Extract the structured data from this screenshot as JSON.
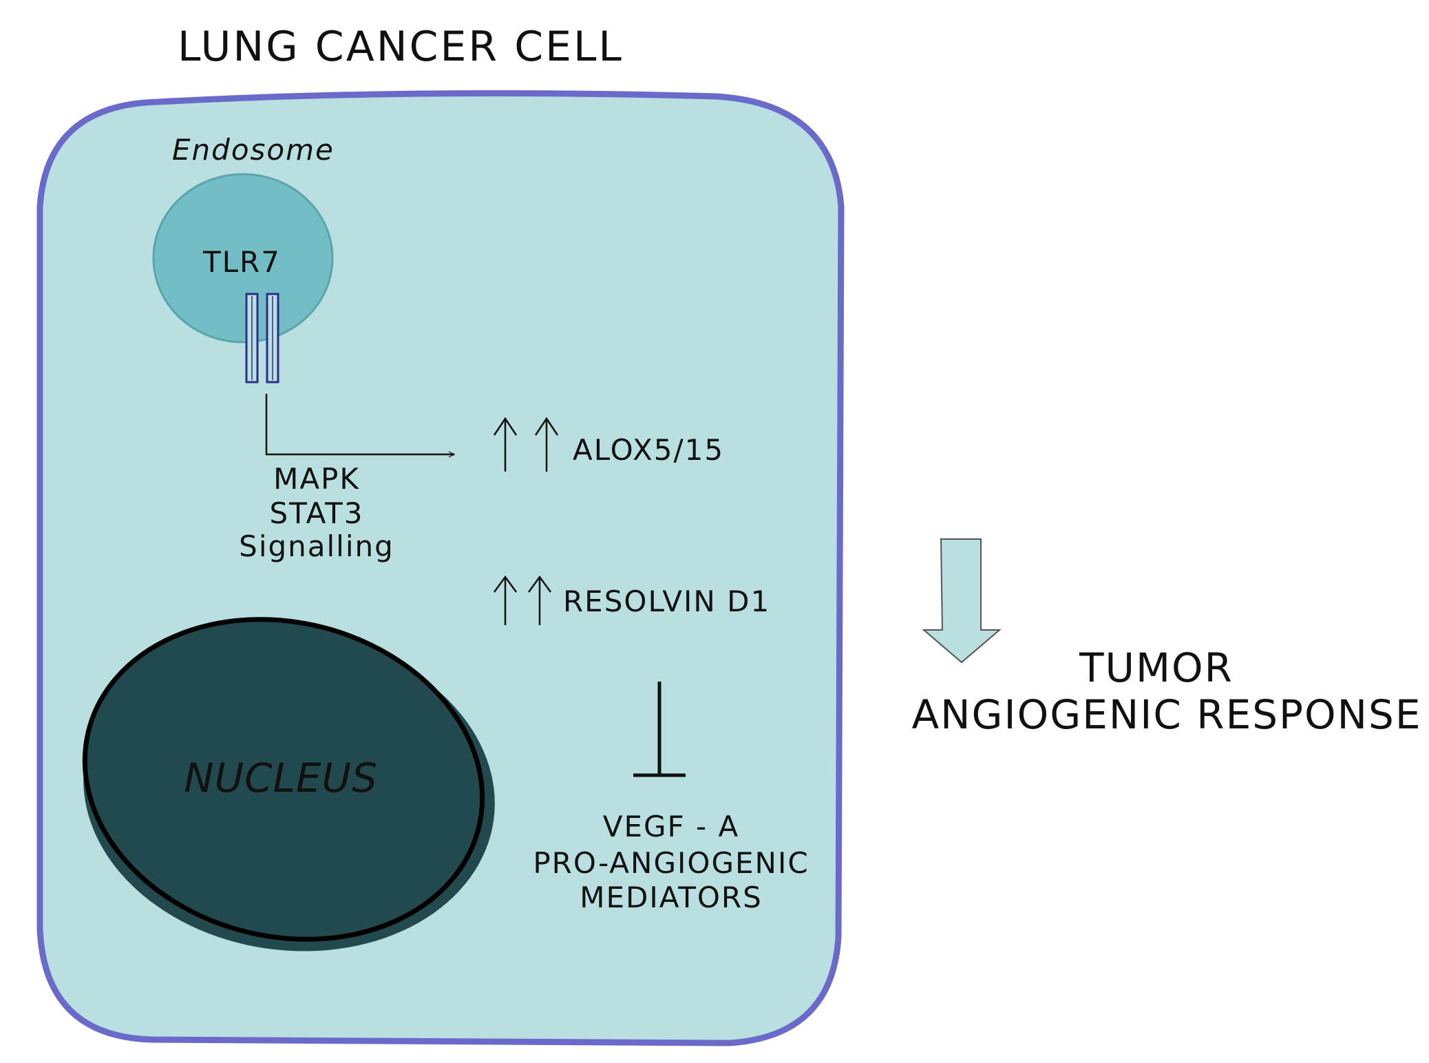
{
  "title": "LUNG CANCER CELL",
  "endosome": {
    "label": "Endosome",
    "receptor": "TLR7"
  },
  "signalling": {
    "line1": "MAPK",
    "line2": "STAT3",
    "line3": "Signalling"
  },
  "upregulated": [
    {
      "arrows": "↑↑",
      "label": "ALOX5/15"
    },
    {
      "arrows": "↑↑",
      "label": "RESOLVIN D1"
    }
  ],
  "inhibited": {
    "line1": "VEGF - A",
    "line2": "PRO-ANGIOGENIC",
    "line3": "MEDIATORS"
  },
  "nucleus": "NUCLEUS",
  "outcome": {
    "line1": "TUMOR",
    "line2": "ANGIOGENIC RESPONSE"
  },
  "colors": {
    "cell_fill": "#b9dfe1",
    "cell_border": "#6a6acb",
    "endosome_fill": "#72bec4",
    "receptor_stroke": "#2b2f8a",
    "nucleus_fill": "#22494e",
    "outcome_arrow_fill": "#b9dfe1"
  }
}
